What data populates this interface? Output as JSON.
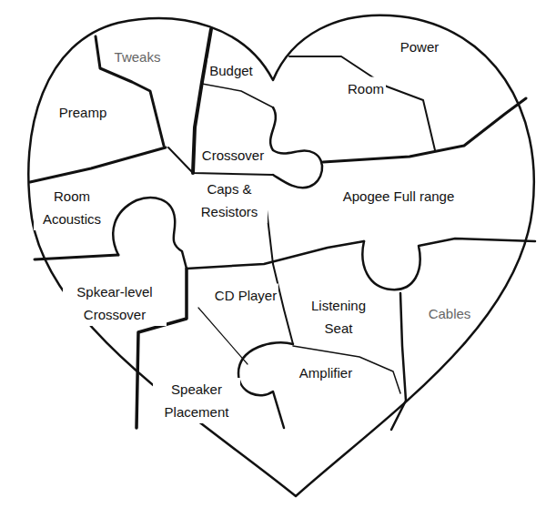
{
  "diagram": {
    "labels": [
      "Tweaks",
      "Budget",
      "Power",
      "Room",
      "Preamp",
      "Crossover",
      "Caps & Resistors",
      "Room Acoustics",
      "Apogee Full range",
      "Spkear-level Crossover",
      "CD Player",
      "Listening Seat",
      "Cables",
      "Amplifier",
      "Speaker Placement"
    ]
  }
}
